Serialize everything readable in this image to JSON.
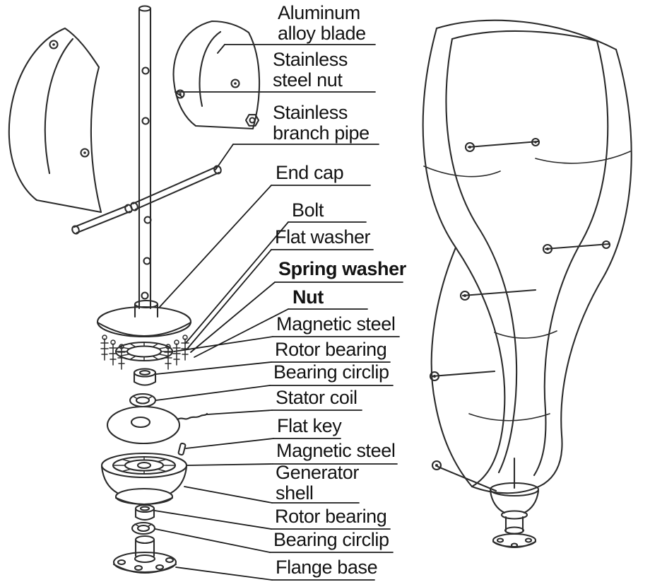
{
  "figure": {
    "type": "exploded-parts-diagram",
    "subject": "Vertical axis wind turbine: exploded component view (left) and assembled helical turbine (right)",
    "colors": {
      "background": "#ffffff",
      "ink": "#2b2b2b",
      "text": "#131313"
    },
    "labels": [
      {
        "id": "aluminum-alloy-blade",
        "text": "Aluminum\nalloy blade",
        "bold": false
      },
      {
        "id": "stainless-steel-nut",
        "text": "Stainless\nsteel nut",
        "bold": false
      },
      {
        "id": "stainless-branch-pipe",
        "text": "Stainless\nbranch pipe",
        "bold": false
      },
      {
        "id": "end-cap",
        "text": "End cap",
        "bold": false
      },
      {
        "id": "bolt",
        "text": "Bolt",
        "bold": false
      },
      {
        "id": "flat-washer",
        "text": "Flat washer",
        "bold": false
      },
      {
        "id": "spring-washer",
        "text": "Spring washer",
        "bold": true
      },
      {
        "id": "nut",
        "text": "Nut",
        "bold": true
      },
      {
        "id": "magnetic-steel-top",
        "text": "Magnetic steel",
        "bold": false
      },
      {
        "id": "rotor-bearing-top",
        "text": "Rotor bearing",
        "bold": false
      },
      {
        "id": "bearing-circlip-top",
        "text": "Bearing circlip",
        "bold": false
      },
      {
        "id": "stator-coil",
        "text": "Stator coil",
        "bold": false
      },
      {
        "id": "flat-key",
        "text": "Flat key",
        "bold": false
      },
      {
        "id": "magnetic-steel-bottom",
        "text": "Magnetic steel",
        "bold": false
      },
      {
        "id": "generator-shell",
        "text": "Generator\nshell",
        "bold": false
      },
      {
        "id": "rotor-bearing-bottom",
        "text": "Rotor bearing",
        "bold": false
      },
      {
        "id": "bearing-circlip-bottom",
        "text": "Bearing circlip",
        "bold": false
      },
      {
        "id": "flange-base",
        "text": "Flange base",
        "bold": false
      }
    ]
  }
}
